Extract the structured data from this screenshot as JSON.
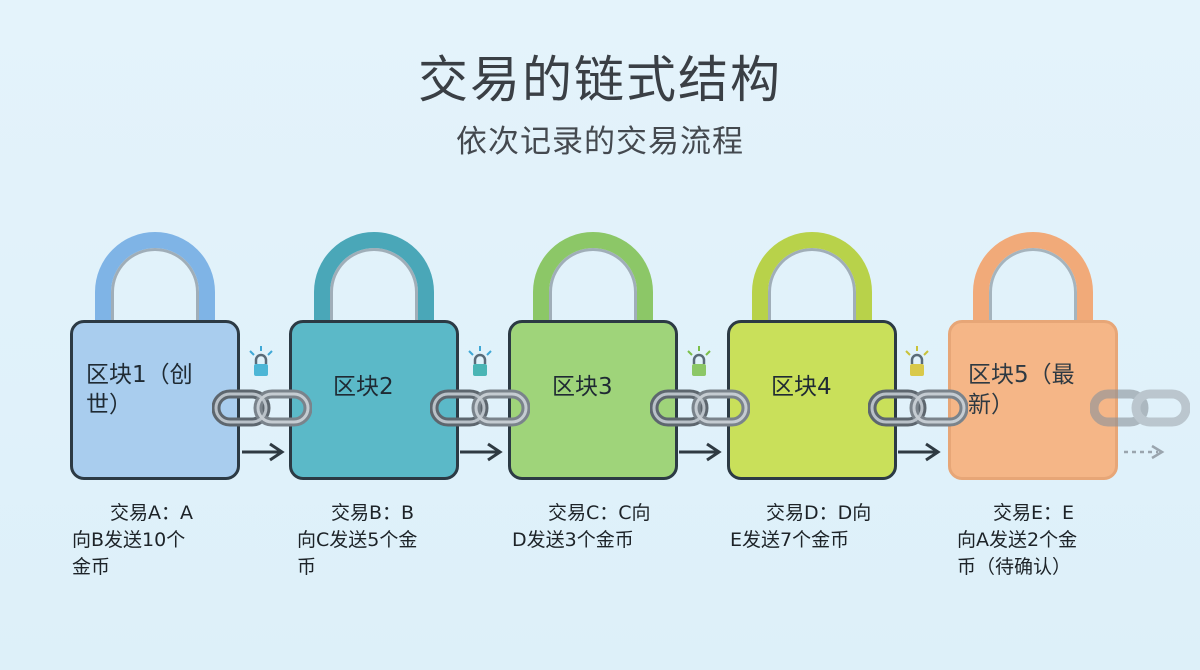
{
  "title": "交易的链式结构",
  "subtitle": "依次记录的交易流程",
  "blocks": [
    {
      "label": "区块1（创世）",
      "line1": "区块1（创",
      "line2": "世）",
      "transaction": {
        "l1": "交易A：A",
        "l2": "向B发送10个",
        "l3": "金币"
      },
      "color": "#a9cdee",
      "shackle": "#7fb4e6"
    },
    {
      "label": "区块2",
      "line1": "区块2",
      "line2": "",
      "transaction": {
        "l1": "交易B：B",
        "l2": "向C发送5个金",
        "l3": "币"
      },
      "color": "#5bb9c8",
      "shackle": "#4aa7b8"
    },
    {
      "label": "区块3",
      "line1": "区块3",
      "line2": "",
      "transaction": {
        "l1": "交易C：C向",
        "l2": "D发送3个金币",
        "l3": ""
      },
      "color": "#9fd47a",
      "shackle": "#8cc767"
    },
    {
      "label": "区块4",
      "line1": "区块4",
      "line2": "",
      "transaction": {
        "l1": "交易D：D向",
        "l2": "E发送7个金币",
        "l3": ""
      },
      "color": "#c9e05a",
      "shackle": "#b8d24a"
    },
    {
      "label": "区块5（最新）",
      "line1": "区块5（最",
      "line2": "新）",
      "transaction": {
        "l1": "交易E：E",
        "l2": "向A发送2个金",
        "l3": "币（待确认）"
      },
      "color": "#f7b27e",
      "shackle": "#f3a46f"
    }
  ],
  "icons": {
    "lock": "lock-icon",
    "chain": "chain-link-icon",
    "arrow": "arrow-right-icon"
  }
}
